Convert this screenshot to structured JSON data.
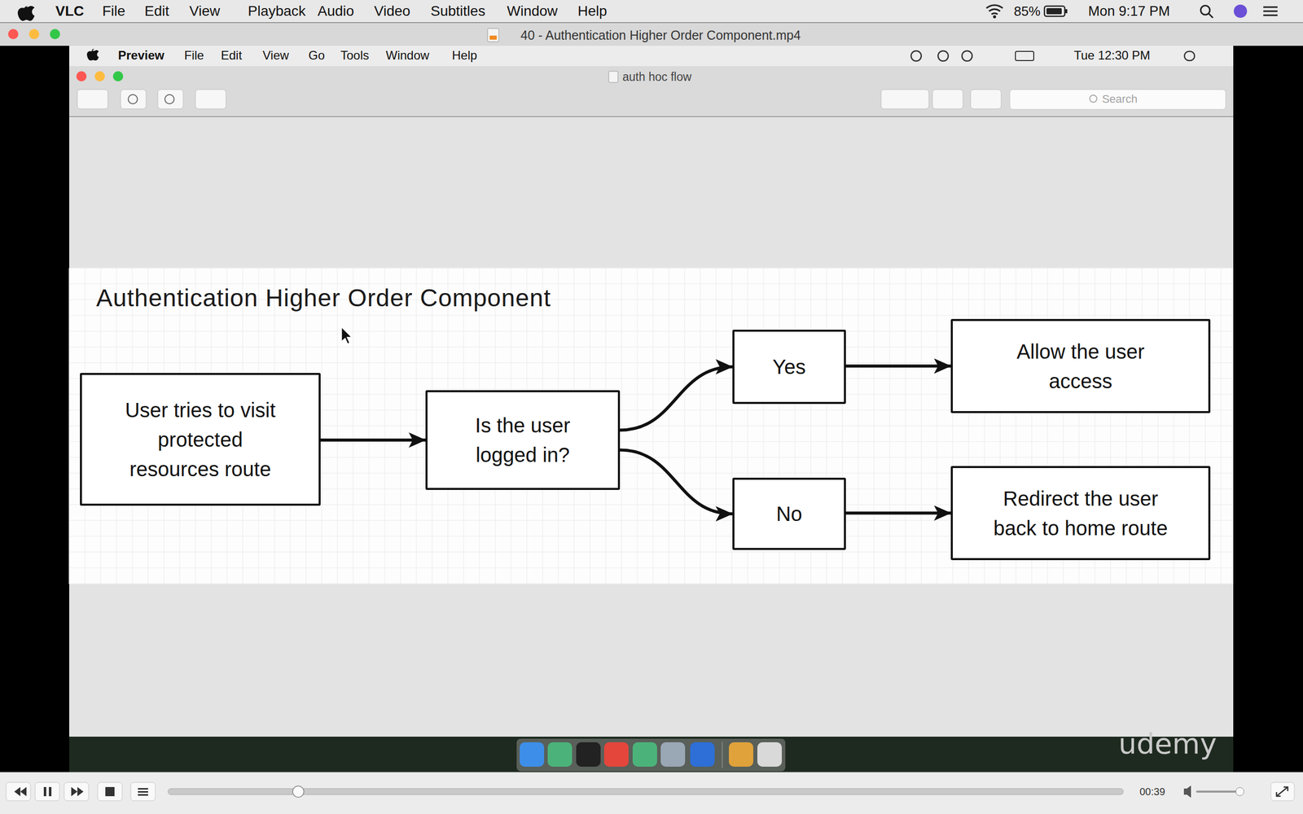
{
  "diagram": {
    "title": "Authentication Higher Order Component",
    "nodes": [
      {
        "text": [
          "User tries to visit protected resources route"
        ]
      },
      {
        "text": [
          "Is the user logged in?"
        ]
      },
      {
        "text": [
          "Yes"
        ]
      },
      {
        "text": [
          "No"
        ]
      },
      {
        "text": [
          "Allow the user access"
        ]
      },
      {
        "text": [
          "Redirect the user back to home route"
        ]
      }
    ],
    "edges": [
      {
        "from": 0,
        "to": 1,
        "arrow": "to"
      },
      {
        "from": 1,
        "to": 2,
        "arrow": "to"
      },
      {
        "from": 1,
        "to": 3,
        "arrow": "to"
      },
      {
        "from": 2,
        "to": 4,
        "arrow": "to"
      },
      {
        "from": 3,
        "to": 5,
        "arrow": "to"
      }
    ],
    "labels": [
      "VLC",
      "File",
      "Edit",
      "View",
      "Playback",
      "Audio",
      "Video",
      "Subtitles",
      "Window",
      "Help",
      "85%",
      "Mon 9:17 PM",
      "40 - Authentication Higher Order Component.mp4",
      "Preview",
      "File",
      "Edit",
      "View",
      "Go",
      "Tools",
      "Window",
      "Help",
      "Tue 12:30 PM",
      "auth hoc flow",
      "Search",
      "00:39",
      "udemy"
    ]
  }
}
